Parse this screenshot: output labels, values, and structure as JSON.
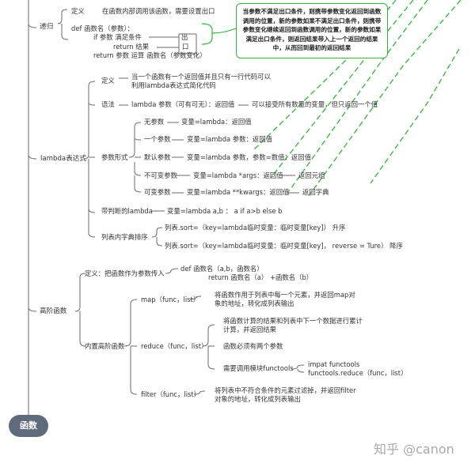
{
  "root": "函数",
  "recursion": {
    "label": "递归",
    "def_label": "定义",
    "def_text": "在函数内部调用该函数，需要设置出口",
    "code_def": "def 函数名（参数）：",
    "code_if": "if 参数 满足条件",
    "code_out": "出",
    "code_return": "return 结果",
    "code_box": "口",
    "code_return2": "return 参数 运算 函数名（参数变化）",
    "note": "当参数不满足出口条件，则携带参数变化返回到函数调用的位置，新的参数如果不满足出口条件，则携带参数变化继续返回到函数调用的位置，新的参数如果满足出口条件，则返回结果带入上一个返回的结果中，从而回到最初的返回结果"
  },
  "lambda": {
    "label": "lambda表达式",
    "def_label": "定义",
    "def_line1": "当一个函数有一个返回值并且只有一行代码可以",
    "def_line2": "利用lambda表达式简化代码",
    "syntax_label": "语法",
    "syntax_text": "lambda 参数（可有可无）：返回值",
    "syntax_note": "可以接受所有数量的变量，但只返回一个值",
    "params_label": "参数形式",
    "params": [
      {
        "label": "无参数",
        "text": "变量=lambda：返回值",
        "extra": ""
      },
      {
        "label": "一个参数",
        "text": "变量=lambda 参数：返回值",
        "extra": ""
      },
      {
        "label": "默认参数",
        "text": "变量=lambda 参数，参数=数值：返回值",
        "extra": ""
      },
      {
        "label": "不可变参数",
        "text": "变量=lambda *args：返回值",
        "extra": "返回元组"
      },
      {
        "label": "可变参数",
        "text": "变量=lambda **kwargs：返回值",
        "extra": "返回字典"
      }
    ],
    "cond_label": "带判断的lambda",
    "cond_text": "变量=lambda a,b ： a if a>b else b",
    "sort_label": "列表内字典排序",
    "sort_line1": "列表.sort=（key=lambda临时变量：临时变量[key]） 升序",
    "sort_line2": "列表.sort=（key=lambda临时变量：临时变量[key]， reverse = Ture） 降序"
  },
  "higher": {
    "label": "高阶函数",
    "def_label": "定义：把函数作为参数传入",
    "def_code1": "def 函数名（a,b，函数名）",
    "def_code2": "return 函数名（a） +函数名（b）",
    "builtin_label": "内置高阶函数",
    "map_label": "map（func，list）",
    "map_line1": "将函数作用于列表中每一个元素，并返回map对",
    "map_line2": "象的地址，转化成列表输出",
    "reduce_label": "reduce（func，list）",
    "reduce_a1": "将函数计算的结果和列表中下一个数据进行累计",
    "reduce_a2": "计算，并返回结果",
    "reduce_b": "函数必须有两个参数",
    "reduce_c": "需要调用模块functools",
    "reduce_c1": "impat functools",
    "reduce_c2": "functools.reduce（func，list）",
    "filter_label": "filter（func，list）",
    "filter_line1": "将列表中不符合条件的元素过滤掉，并返回filter",
    "filter_line2": "对象的地址，转化成列表输出"
  },
  "watermark": "知乎 @canon",
  "colors": {
    "line": "#5c5c5c",
    "green": "#33b33a",
    "root_bg": "#5f6b7c"
  }
}
